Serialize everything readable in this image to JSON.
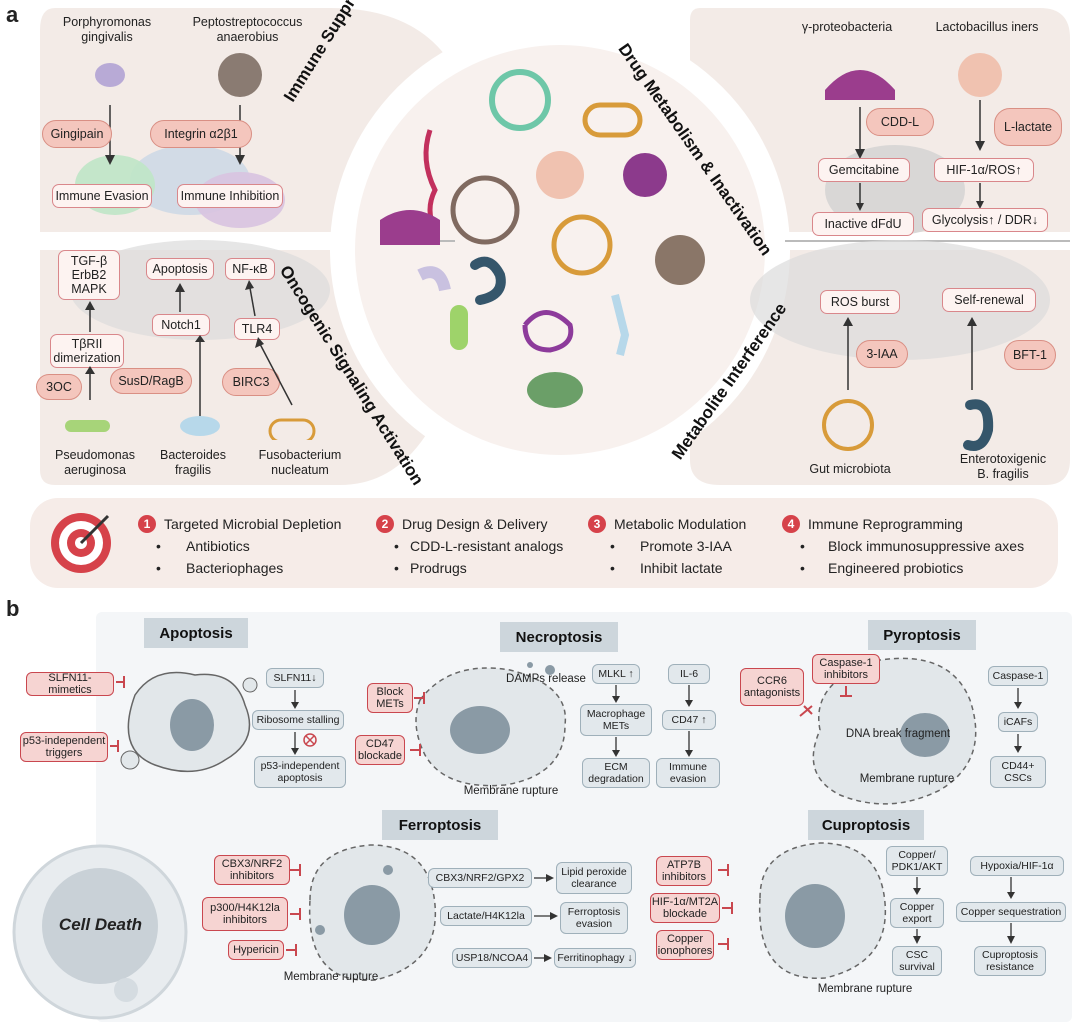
{
  "panel_a": {
    "letter": "a",
    "titles": {
      "immune_suppression": "Immune Suppression",
      "drug_metabolism": "Drug Metabolism & Inactivation",
      "oncogenic": "Oncogenic Signaling Activation",
      "metabolite": "Metabolite Interference"
    },
    "immune": {
      "bug1": "Porphyromonas\ngingivalis",
      "bug2": "Peptostreptococcus\nanaerobius",
      "gingipain": "Gingipain",
      "integrin": "Integrin α2β1",
      "evasion": "Immune Evasion",
      "inhibition": "Immune Inhibition"
    },
    "drug": {
      "bug1": "γ-proteobacteria",
      "bug2": "Lactobacillus iners",
      "cddl": "CDD-L",
      "llactate": "L-lactate",
      "gemcitabine": "Gemcitabine",
      "hif": "HIF-1α/ROS↑",
      "dfdu": "Inactive dFdU",
      "glycolysis": "Glycolysis↑ / DDR↓"
    },
    "onco": {
      "tgf": "TGF-β\nErbB2\nMAPK",
      "apoptosis": "Apoptosis",
      "nfkb": "NF-κB",
      "notch": "Notch1",
      "tlr4": "TLR4",
      "tbr": "TβRII\ndimerization",
      "oc3": "3OC",
      "susd": "SusD/RagB",
      "birc3": "BIRC3",
      "bug1": "Pseudomonas\naeruginosa",
      "bug2": "Bacteroides\nfragilis",
      "bug3": "Fusobacterium\nnucleatum"
    },
    "metab": {
      "ros": "ROS burst",
      "selfrenew": "Self-renewal",
      "iaa": "3-IAA",
      "bft": "BFT-1",
      "bug1": "Gut microbiota",
      "bug2": "Enterotoxigenic\nB. fragilis"
    },
    "strategies": [
      {
        "num": "1",
        "title": "Targeted Microbial Depletion",
        "items": [
          "Antibiotics",
          "Bacteriophages"
        ]
      },
      {
        "num": "2",
        "title": "Drug Design & Delivery",
        "items": [
          "CDD-L-resistant analogs",
          "Prodrugs"
        ]
      },
      {
        "num": "3",
        "title": "Metabolic Modulation",
        "items": [
          "Promote 3-IAA",
          "Inhibit lactate"
        ]
      },
      {
        "num": "4",
        "title": "Immune Reprogramming",
        "items": [
          "Block immunosuppressive axes",
          "Engineered probiotics"
        ]
      }
    ],
    "bullet": "•"
  },
  "panel_b": {
    "letter": "b",
    "cell_death": "Cell Death",
    "apoptosis": {
      "title": "Apoptosis",
      "slfn_mimetics": "SLFN11-mimetics",
      "p53_triggers": "p53-independent\ntriggers",
      "slfn11": "SLFN11↓",
      "ribosome": "Ribosome stalling",
      "p53_apop": "p53-independent\napoptosis"
    },
    "necroptosis": {
      "title": "Necroptosis",
      "block_mets": "Block\nMETs",
      "cd47_block": "CD47\nblockade",
      "damps": "DAMPs release",
      "rupture": "Membrane rupture",
      "mlkl": "MLKL ↑",
      "macro": "Macrophage\nMETs",
      "ecm": "ECM\ndegradation",
      "il6": "IL-6",
      "cd47": "CD47 ↑",
      "immune_evasion": "Immune\nevasion"
    },
    "pyroptosis": {
      "title": "Pyroptosis",
      "ccr6": "CCR6\nantagonists",
      "casp_inh": "Caspase-1\ninhibitors",
      "dna": "DNA break fragment",
      "rupture": "Membrane rupture",
      "casp1": "Caspase-1",
      "icafs": "iCAFs",
      "cd44": "CD44+\nCSCs"
    },
    "ferroptosis": {
      "title": "Ferroptosis",
      "cbx_inh": "CBX3/NRF2\ninhibitors",
      "p300_inh": "p300/H4K12la\ninhibitors",
      "hypericin": "Hypericin",
      "rupture": "Membrane rupture",
      "cbx_path": "CBX3/NRF2/GPX2",
      "lactate_path": "Lactate/H4K12la",
      "usp_path": "USP18/NCOA4",
      "lipid": "Lipid peroxide\nclearance",
      "evasion": "Ferroptosis\nevasion",
      "ferritinophagy": "Ferritinophagy ↓"
    },
    "cuproptosis": {
      "title": "Cuproptosis",
      "atp7b": "ATP7B\ninhibitors",
      "hif_block": "HIF-1α/MT2A\nblockade",
      "copper_ion": "Copper\nionophores",
      "rupture": "Membrane rupture",
      "copper_pdk": "Copper/\nPDK1/AKT",
      "copper_export": "Copper\nexport",
      "csc": "CSC\nsurvival",
      "hypoxia": "Hypoxia/HIF-1α",
      "sequestration": "Copper sequestration",
      "resistance": "Cuproptosis\nresistance"
    }
  },
  "colors": {
    "panel_bg": "#f4ece8",
    "pill_fill": "#f4c6bd",
    "box_border": "#d9878b",
    "red_accent": "#d6424a",
    "grey_box": "#e2e8ec",
    "section_title_bg": "#cdd6dc"
  }
}
